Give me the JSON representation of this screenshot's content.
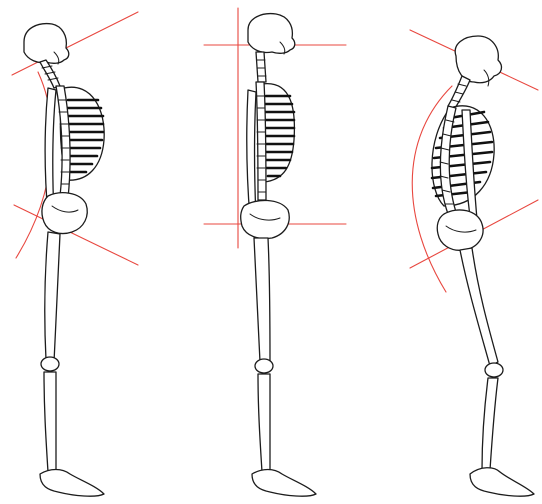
{
  "diagram": {
    "figures": [
      {
        "name": "left-skeleton",
        "posture_guides": [
          "head-tilt-line",
          "pelvis-tilt-line",
          "spine-curve"
        ]
      },
      {
        "name": "center-skeleton",
        "posture_guides": [
          "head-level-line",
          "pelvis-level-line",
          "vertical-plumb-line"
        ]
      },
      {
        "name": "right-skeleton",
        "posture_guides": [
          "head-tilt-line",
          "pelvis-tilt-line",
          "spine-curve"
        ]
      }
    ],
    "colors": {
      "bone_outline": "#1c1c1c",
      "guide_line": "#e8473f",
      "background": "#ffffff"
    }
  }
}
